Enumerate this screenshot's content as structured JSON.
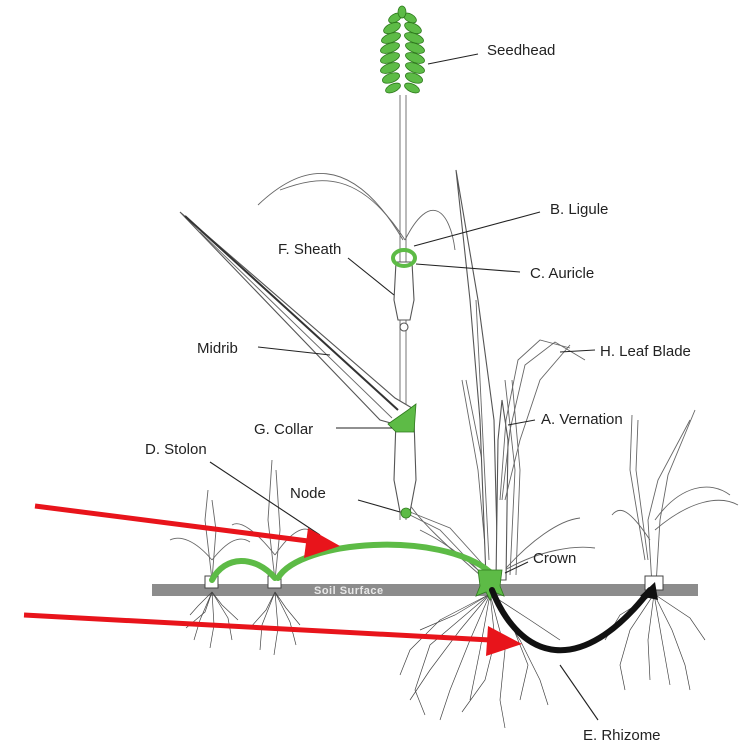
{
  "diagram": {
    "labels": {
      "seedhead": "Seedhead",
      "ligule": "B. Ligule",
      "auricle": "C. Auricle",
      "sheath": "F. Sheath",
      "leaf_blade": "H. Leaf Blade",
      "midrib": "Midrib",
      "vernation": "A. Vernation",
      "collar": "G. Collar",
      "stolon": "D. Stolon",
      "node": "Node",
      "crown": "Crown",
      "rhizome": "E. Rhizome"
    },
    "soil_surface": "Soil Surface",
    "colors": {
      "highlight_green": "#5dbb46",
      "rhizome_black": "#111111",
      "arrow_red": "#e8141b",
      "soil_gray": "#8c8c8c"
    }
  }
}
